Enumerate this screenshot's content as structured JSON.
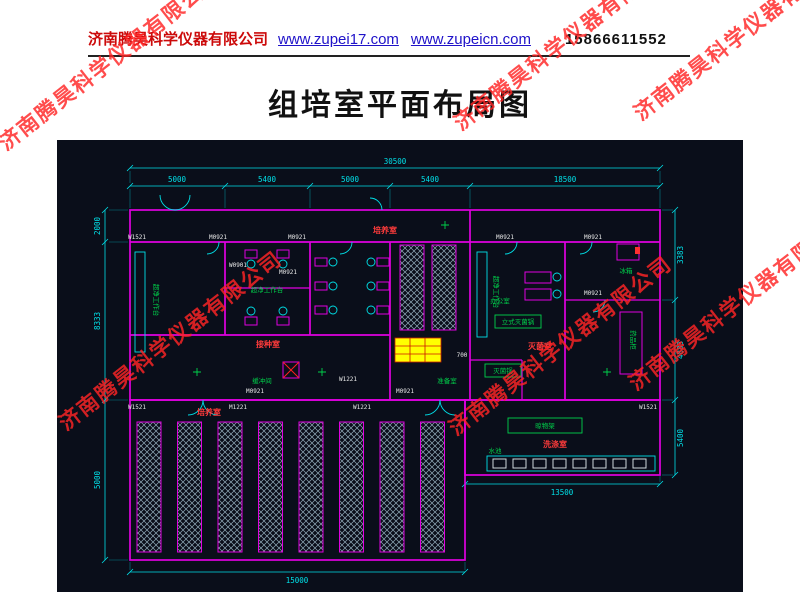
{
  "header": {
    "company": "济南腾昊科学仪器有限公司",
    "link_primary": "www.zupei17.com",
    "link_secondary": "www.zupeicn.com",
    "phone": "15866611552"
  },
  "title": "组培室平面布局图",
  "watermark": {
    "text": "济南腾昊科学仪器有限公司",
    "color": "#ff2525"
  },
  "drawing": {
    "colors": {
      "wall": "#e000e0",
      "dim": "#00e0e8",
      "label": "#00d24b",
      "room": "#ff3b3b",
      "code": "#e8e8e8",
      "highlight": "#ffff00",
      "background": "#0a0e1a"
    },
    "dims": {
      "top_total": "30500",
      "top_segments": [
        "5000",
        "5400",
        "5000",
        "5400",
        "18500"
      ],
      "left_segments": [
        "2000",
        "8333",
        "5000"
      ],
      "right_segments": [
        "3383",
        "4883",
        "5400"
      ],
      "bottom_left": "15000",
      "bottom_right": "13500",
      "bench_width": "700"
    },
    "codes": {
      "w1521": "W1521",
      "m0921": "M0921",
      "w0901": "W0901",
      "w1221": "W1221",
      "m1221": "M1221"
    },
    "labels": {
      "clean_bench": "超净工作台",
      "inoculation_room": "接种室",
      "culture_room": "培养室",
      "buffer_room": "缓冲间",
      "prep_room": "准备室",
      "office": "办公室",
      "sterilizer_vertical": "立式灭菌锅",
      "autoclave": "灭菌锅",
      "sterilize_room": "灭菌室",
      "wash_room": "洗涤室",
      "drying_rack": "晾物架",
      "medicine_cabinet": "药品柜",
      "sink": "水池",
      "fridge": "冰箱"
    }
  }
}
